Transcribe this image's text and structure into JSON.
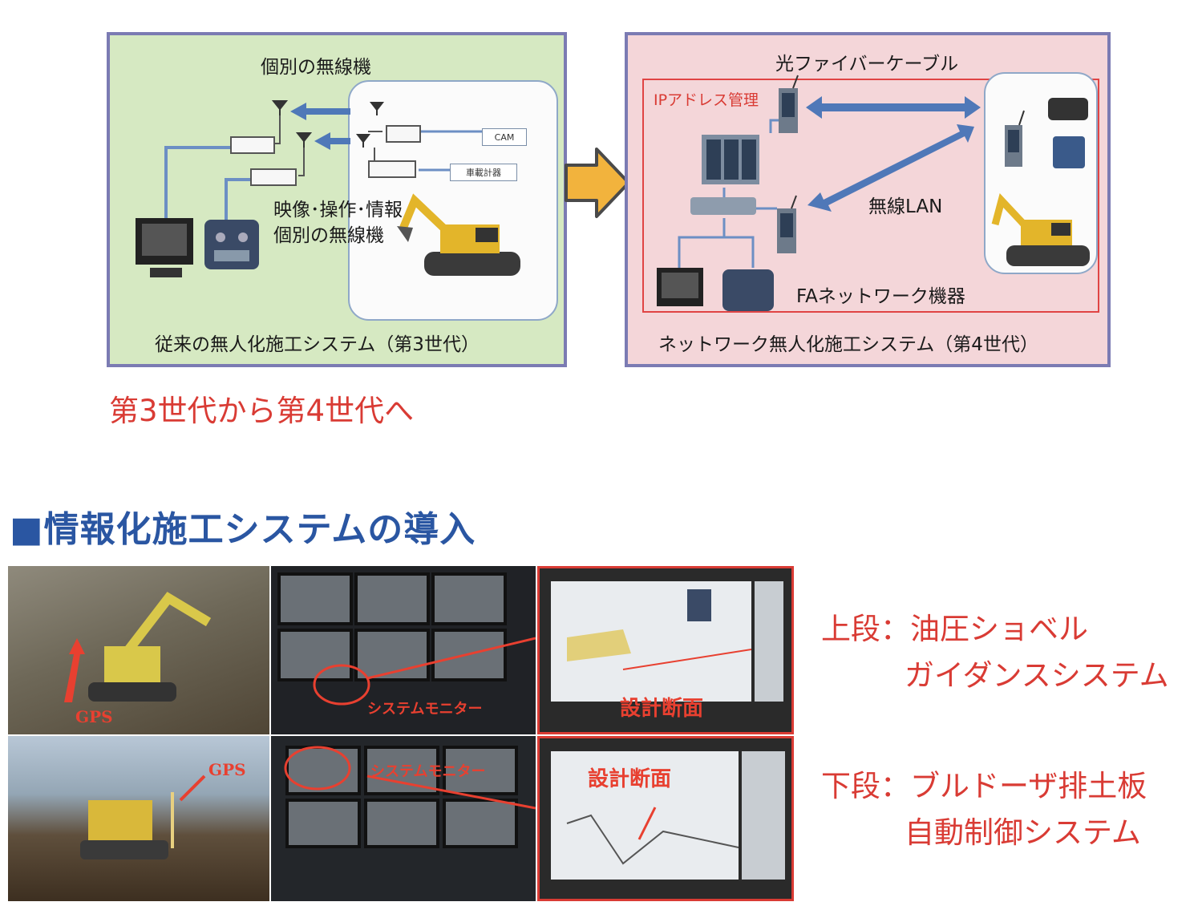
{
  "left_panel": {
    "label_top": "個別の無線機",
    "label_middle_1": "映像･操作･情報",
    "label_middle_2": "個別の無線機",
    "tag_cam": "CAM",
    "tag_sensor": "車載計器",
    "caption": "従来の無人化施工システム（第3世代）"
  },
  "right_panel": {
    "label_fiber": "光ファイバーケーブル",
    "label_ip": "IPアドレス管理",
    "label_wlan": "無線LAN",
    "label_fa": "FAネットワーク機器",
    "caption": "ネットワーク無人化施工システム（第4世代）"
  },
  "transition_caption": "第3世代から第4世代へ",
  "section_heading": "■情報化施工システムの導入",
  "photos": {
    "gps_top": "GPS",
    "gps_bottom": "GPS",
    "system_monitor_top": "システムモニター",
    "system_monitor_bottom": "システムモニター",
    "design_section_top": "設計断面",
    "design_section_bottom": "設計断面"
  },
  "captions": {
    "upper_line1": "上段：油圧ショベル",
    "upper_line2": "ガイダンスシステム",
    "lower_line1": "下段：ブルドーザ排土板",
    "lower_line2": "自動制御システム"
  }
}
